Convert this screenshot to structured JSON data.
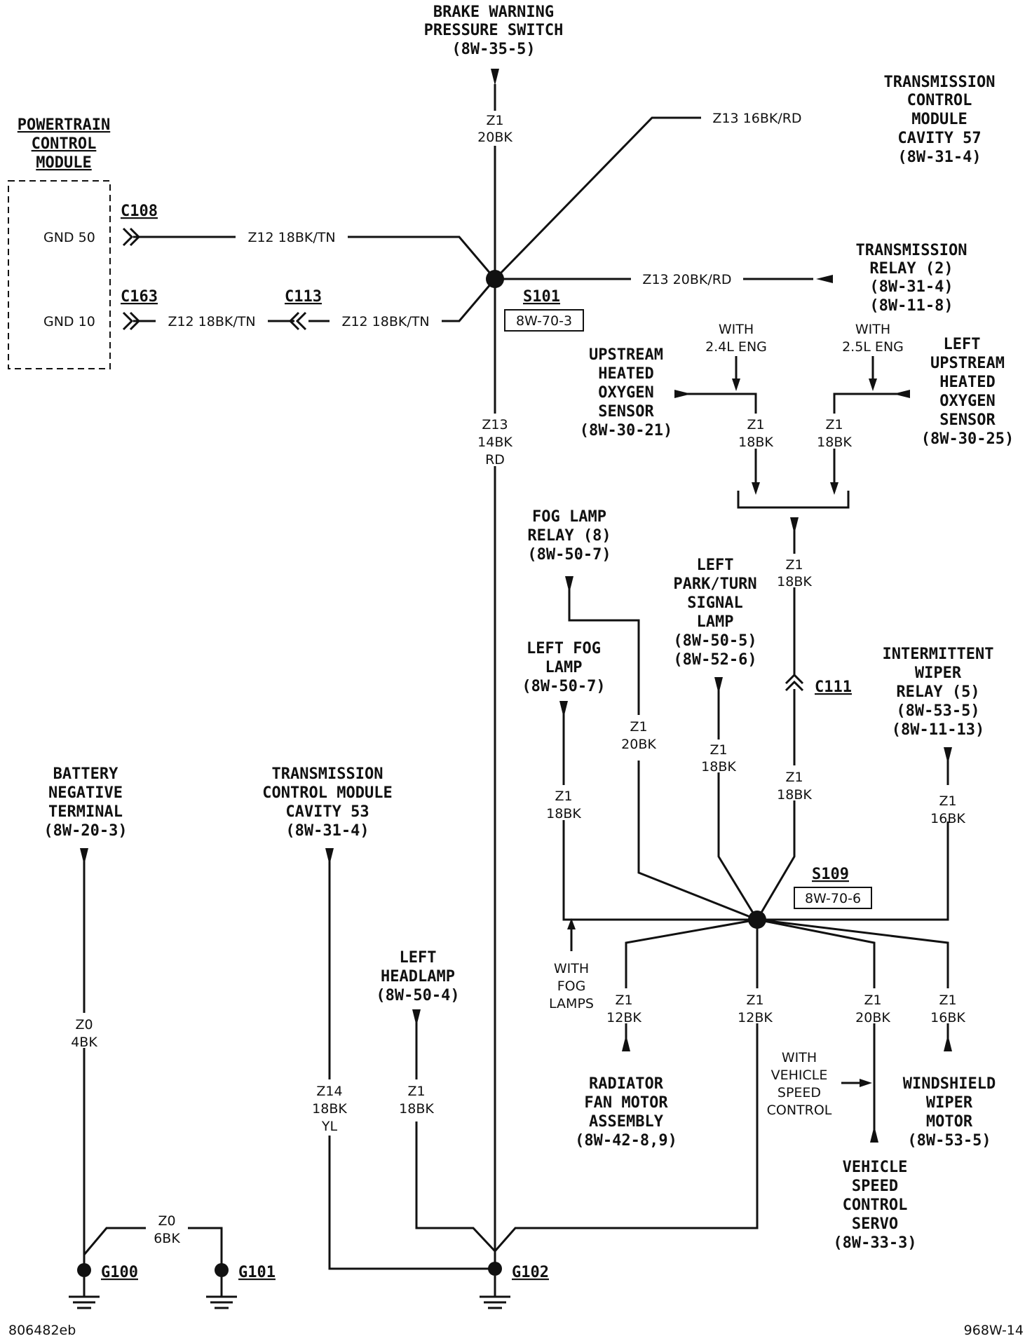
{
  "components": {
    "brake_switch": [
      "BRAKE WARNING",
      "PRESSURE SWITCH",
      "(8W-35-5)"
    ],
    "tcm_57": [
      "TRANSMISSION",
      "CONTROL",
      "MODULE",
      "CAVITY 57",
      "(8W-31-4)"
    ],
    "pcm": [
      "POWERTRAIN",
      "CONTROL",
      "MODULE"
    ],
    "trans_relay": [
      "TRANSMISSION",
      "RELAY (2)",
      "(8W-31-4)",
      "(8W-11-8)"
    ],
    "up_o2": [
      "UPSTREAM",
      "HEATED",
      "OXYGEN",
      "SENSOR",
      "(8W-30-21)"
    ],
    "left_up_o2": [
      "LEFT",
      "UPSTREAM",
      "HEATED",
      "OXYGEN",
      "SENSOR",
      "(8W-30-25)"
    ],
    "fog_relay": [
      "FOG LAMP",
      "RELAY (8)",
      "(8W-50-7)"
    ],
    "left_park": [
      "LEFT",
      "PARK/TURN",
      "SIGNAL",
      "LAMP",
      "(8W-50-5)",
      "(8W-52-6)"
    ],
    "left_fog": [
      "LEFT FOG",
      "LAMP",
      "(8W-50-7)"
    ],
    "int_wiper": [
      "INTERMITTENT",
      "WIPER",
      "RELAY (5)",
      "(8W-53-5)",
      "(8W-11-13)"
    ],
    "battery": [
      "BATTERY",
      "NEGATIVE",
      "TERMINAL",
      "(8W-20-3)"
    ],
    "tcm_53": [
      "TRANSMISSION",
      "CONTROL MODULE",
      "CAVITY 53",
      "(8W-31-4)"
    ],
    "left_headlamp": [
      "LEFT",
      "HEADLAMP",
      "(8W-50-4)"
    ],
    "rad_fan": [
      "RADIATOR",
      "FAN MOTOR",
      "ASSEMBLY",
      "(8W-42-8,9)"
    ],
    "ws_wiper": [
      "WINDSHIELD",
      "WIPER",
      "MOTOR",
      "(8W-53-5)"
    ],
    "vsc_servo": [
      "VEHICLE",
      "SPEED",
      "CONTROL",
      "SERVO",
      "(8W-33-3)"
    ]
  },
  "connectors": {
    "c108": "C108",
    "c163": "C163",
    "c113": "C113",
    "c111": "C111",
    "gnd50": "GND 50",
    "gnd10": "GND 10"
  },
  "splices": {
    "s101": "S101",
    "s101_ref": "8W-70-3",
    "s109": "S109",
    "s109_ref": "8W-70-6"
  },
  "grounds": {
    "g100": "G100",
    "g101": "G101",
    "g102": "G102"
  },
  "wires": {
    "brake": [
      "Z1",
      "20BK"
    ],
    "tcm57": "Z13 16BK/RD",
    "gnd50": "Z12 18BK/TN",
    "gnd10_a": "Z12 18BK/TN",
    "gnd10_b": "Z12 18BK/TN",
    "relay": "Z13 20BK/RD",
    "main": [
      "Z13",
      "14BK",
      "RD"
    ],
    "up_o2": [
      "Z1",
      "18BK"
    ],
    "left_o2": [
      "Z1",
      "18BK"
    ],
    "o2_common": [
      "Z1",
      "18BK"
    ],
    "c111_lower": [
      "Z1",
      "18BK"
    ],
    "fog_relay": [
      "Z1",
      "20BK"
    ],
    "left_park": [
      "Z1",
      "18BK"
    ],
    "left_fog": [
      "Z1",
      "18BK"
    ],
    "int_wiper": [
      "Z1",
      "16BK"
    ],
    "rad_fan": [
      "Z1",
      "12BK"
    ],
    "g102_feed": [
      "Z1",
      "12BK"
    ],
    "vsc": [
      "Z1",
      "20BK"
    ],
    "ws_wiper": [
      "Z1",
      "16BK"
    ],
    "battery": [
      "Z0",
      "4BK"
    ],
    "g100_g101": [
      "Z0",
      "6BK"
    ],
    "tcm53": [
      "Z14",
      "18BK",
      "YL"
    ],
    "headlamp": [
      "Z1",
      "18BK"
    ]
  },
  "notes": {
    "eng24": [
      "WITH",
      "2.4L ENG"
    ],
    "eng25": [
      "WITH",
      "2.5L ENG"
    ],
    "fog": [
      "WITH",
      "FOG",
      "LAMPS"
    ],
    "vsc": [
      "WITH",
      "VEHICLE",
      "SPEED",
      "CONTROL"
    ]
  },
  "footer": {
    "left": "806482eb",
    "right": "968W-14"
  }
}
